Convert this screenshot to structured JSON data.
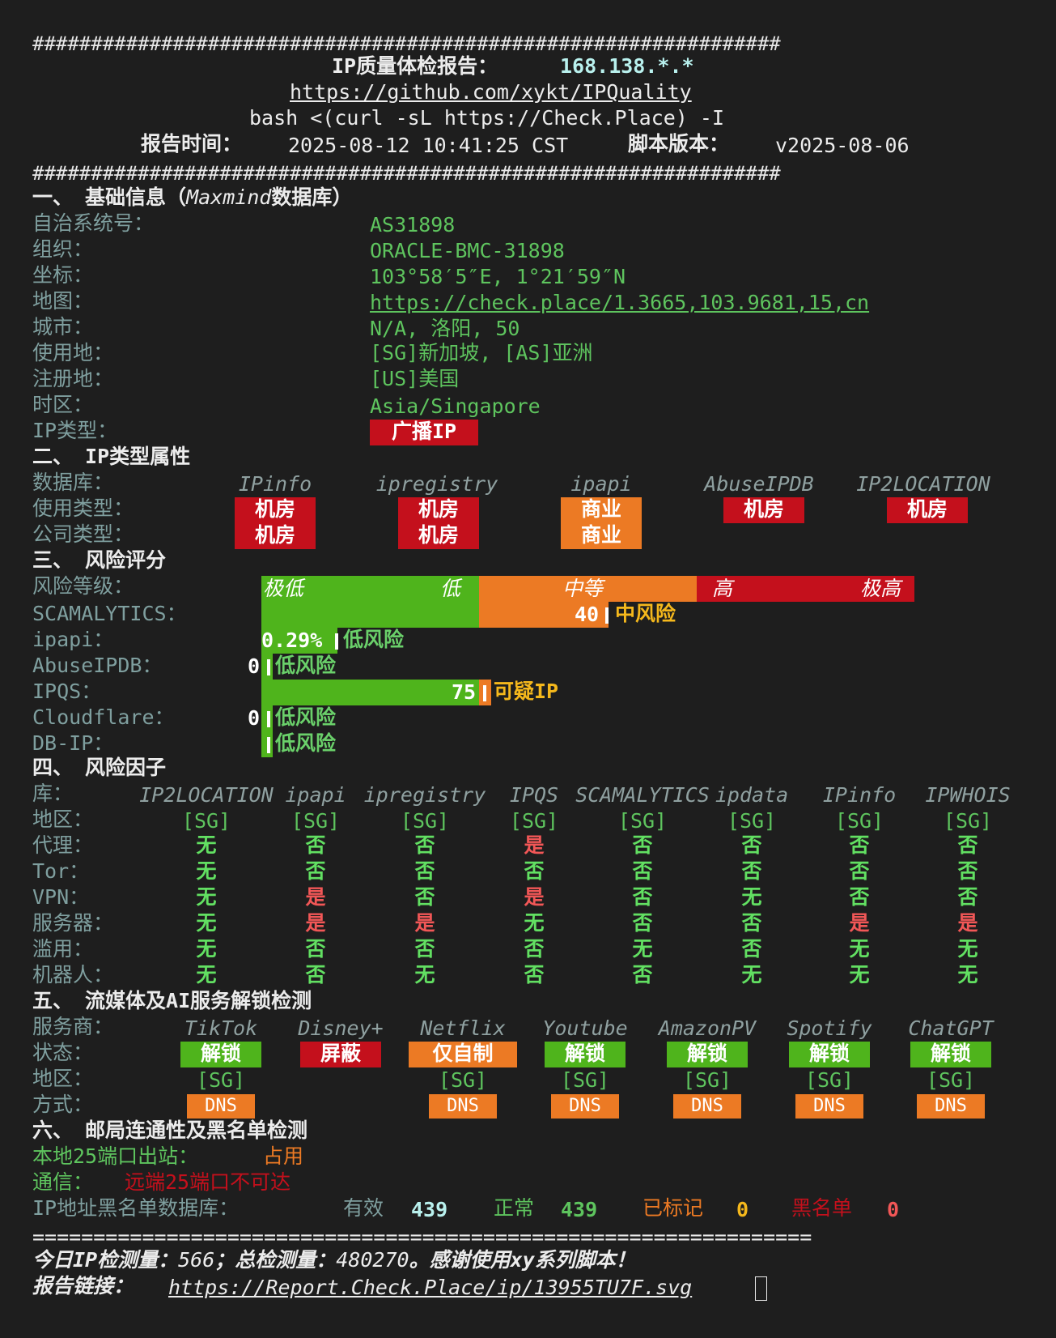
{
  "header": {
    "hash_line": "################################################################",
    "title": "IP质量体检报告：",
    "ip": "168.138.*.*",
    "repo_url": "https://github.com/xykt/IPQuality",
    "command": "bash <(curl -sL https://Check.Place) -I",
    "report_time_label": "报告时间：",
    "report_time": "2025-08-12 10:41:25 CST",
    "version_label": "脚本版本：",
    "version": "v2025-08-06"
  },
  "section1": {
    "title_prefix": "一、 基础信息（",
    "title_db": "Maxmind",
    "title_suffix": "数据库）",
    "rows": [
      {
        "label": "自治系统号：",
        "value": "AS31898"
      },
      {
        "label": "组织：",
        "value": "ORACLE-BMC-31898"
      },
      {
        "label": "坐标：",
        "value": "103°58′5″E, 1°21′59″N"
      },
      {
        "label": "地图：",
        "value": "https://check.place/1.3665,103.9681,15,cn"
      },
      {
        "label": "城市：",
        "value": "N/A, 洛阳, 50"
      },
      {
        "label": "使用地：",
        "value": "[SG]新加坡, [AS]亚洲"
      },
      {
        "label": "注册地：",
        "value": "[US]美国"
      },
      {
        "label": "时区：",
        "value": "Asia/Singapore"
      },
      {
        "label": "IP类型：",
        "value": "广播IP"
      }
    ]
  },
  "section2": {
    "title": "二、 IP类型属性",
    "db_label": "数据库：",
    "usage_label": "使用类型：",
    "company_label": "公司类型：",
    "databases": [
      "IPinfo",
      "ipregistry",
      "ipapi",
      "AbuseIPDB",
      "IP2LOCATION"
    ],
    "usage": [
      "机房",
      "机房",
      "商业",
      "机房",
      "机房"
    ],
    "company": [
      "机房",
      "机房",
      "商业"
    ]
  },
  "section3": {
    "title": "三、 风险评分",
    "level_label": "风险等级：",
    "scale": [
      "极低",
      "低",
      "中等",
      "高",
      "极高"
    ],
    "rows": [
      {
        "label": "SCAMALYTICS：",
        "score": "40",
        "text": "中风险",
        "fraction": 0.4
      },
      {
        "label": "ipapi：",
        "score": "0.29%",
        "text": "低风险",
        "fraction": 0.0029
      },
      {
        "label": "AbuseIPDB：",
        "score": "0",
        "text": "低风险",
        "fraction": 0
      },
      {
        "label": "IPQS：",
        "score": "75",
        "text": "可疑IP",
        "fraction": 0.75
      },
      {
        "label": "Cloudflare：",
        "score": "0",
        "text": "低风险",
        "fraction": 0
      },
      {
        "label": "DB-IP：",
        "score": "",
        "text": "低风险",
        "fraction": 0
      }
    ]
  },
  "section4": {
    "title": "四、 风险因子",
    "db_label": "库：",
    "databases": [
      "IP2LOCATION",
      "ipapi",
      "ipregistry",
      "IPQS",
      "SCAMALYTICS",
      "ipdata",
      "IPinfo",
      "IPWHOIS"
    ],
    "region_label": "地区：",
    "regions": [
      "[SG]",
      "[SG]",
      "[SG]",
      "[SG]",
      "[SG]",
      "[SG]",
      "[SG]",
      "[SG]"
    ],
    "rows": [
      {
        "label": "代理：",
        "values": [
          "无",
          "否",
          "否",
          "是",
          "否",
          "否",
          "否",
          "否"
        ]
      },
      {
        "label": "Tor：",
        "values": [
          "无",
          "否",
          "否",
          "否",
          "否",
          "否",
          "否",
          "否"
        ]
      },
      {
        "label": "VPN：",
        "values": [
          "无",
          "是",
          "否",
          "是",
          "否",
          "无",
          "否",
          "否"
        ]
      },
      {
        "label": "服务器：",
        "values": [
          "无",
          "是",
          "是",
          "无",
          "否",
          "否",
          "是",
          "是"
        ]
      },
      {
        "label": "滥用：",
        "values": [
          "无",
          "否",
          "否",
          "否",
          "无",
          "否",
          "无",
          "无"
        ]
      },
      {
        "label": "机器人：",
        "values": [
          "无",
          "否",
          "无",
          "否",
          "否",
          "无",
          "无",
          "无"
        ]
      }
    ]
  },
  "section5": {
    "title": "五、 流媒体及AI服务解锁检测",
    "provider_label": "服务商：",
    "status_label": "状态：",
    "region_label": "地区：",
    "method_label": "方式：",
    "services": [
      {
        "name": "TikTok",
        "status": "解锁",
        "region": "[SG]",
        "method": "DNS",
        "color": "#4fb41c"
      },
      {
        "name": "Disney+",
        "status": "屏蔽",
        "region": "",
        "method": "",
        "color": "#c4101c"
      },
      {
        "name": "Netflix",
        "status": "仅自制",
        "region": "[SG]",
        "method": "DNS",
        "color": "#ec7a24"
      },
      {
        "name": "Youtube",
        "status": "解锁",
        "region": "[SG]",
        "method": "DNS",
        "color": "#4fb41c"
      },
      {
        "name": "AmazonPV",
        "status": "解锁",
        "region": "[SG]",
        "method": "DNS",
        "color": "#4fb41c"
      },
      {
        "name": "Spotify",
        "status": "解锁",
        "region": "[SG]",
        "method": "DNS",
        "color": "#4fb41c"
      },
      {
        "name": "ChatGPT",
        "status": "解锁",
        "region": "[SG]",
        "method": "DNS",
        "color": "#4fb41c"
      }
    ]
  },
  "section6": {
    "title": "六、 邮局连通性及黑名单检测",
    "local_label": "本地25端口出站：",
    "local_value": "占用",
    "comm_label": "通信：",
    "comm_value": "远端25端口不可达",
    "blacklist_label": "IP地址黑名单数据库：",
    "valid_label": "有效",
    "valid_value": "439",
    "normal_label": "正常",
    "normal_value": "439",
    "marked_label": "已标记",
    "marked_value": "0",
    "black_label": "黑名单",
    "black_value": "0"
  },
  "footer": {
    "rule": "================================================================",
    "stats_prefix": "今日IP检测量：",
    "today": "566",
    "stats_mid": "；总检测量：",
    "total": "480270",
    "stats_suffix": "。感谢使用xy系列脚本！",
    "link_label": "报告链接：",
    "link": "https://Report.Check.Place/ip/13955TU7F.svg"
  },
  "colors": {
    "background": "#1e1e1e",
    "green": "#4fb41c",
    "orange": "#ec7a24",
    "red": "#c4101c"
  }
}
